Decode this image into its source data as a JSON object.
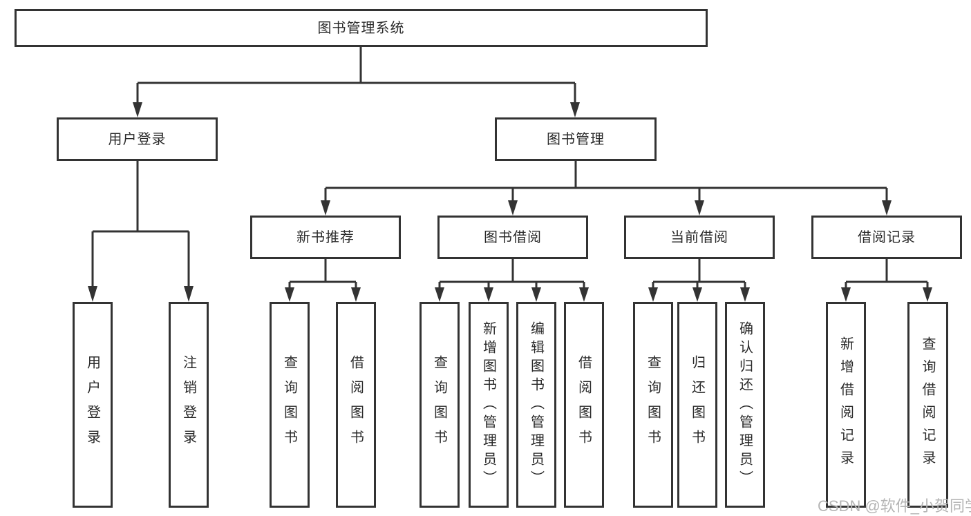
{
  "colors": {
    "line": "#333333",
    "text": "#2a2a2a",
    "watermark": "#b5b5b5",
    "background": "#ffffff"
  },
  "tree": {
    "root": {
      "label": "图书管理系统"
    },
    "level2": [
      {
        "label": "用户登录",
        "children": [
          {
            "label": "用户登录"
          },
          {
            "label": "注销登录"
          }
        ]
      },
      {
        "label": "图书管理",
        "children": [
          {
            "label": "新书推荐",
            "children": [
              {
                "label": "查询图书"
              },
              {
                "label": "借阅图书"
              }
            ]
          },
          {
            "label": "图书借阅",
            "children": [
              {
                "label": "查询图书"
              },
              {
                "label": "新增图书（管理员）"
              },
              {
                "label": "编辑图书（管理员）"
              },
              {
                "label": "借阅图书"
              }
            ]
          },
          {
            "label": "当前借阅",
            "children": [
              {
                "label": "查询图书"
              },
              {
                "label": "归还图书"
              },
              {
                "label": "确认归还（管理员）"
              }
            ]
          },
          {
            "label": "借阅记录",
            "children": [
              {
                "label": "新增借阅记录"
              },
              {
                "label": "查询借阅记录"
              }
            ]
          }
        ]
      }
    ]
  },
  "watermark": {
    "text": "CSDN @软件_小贺同学"
  }
}
